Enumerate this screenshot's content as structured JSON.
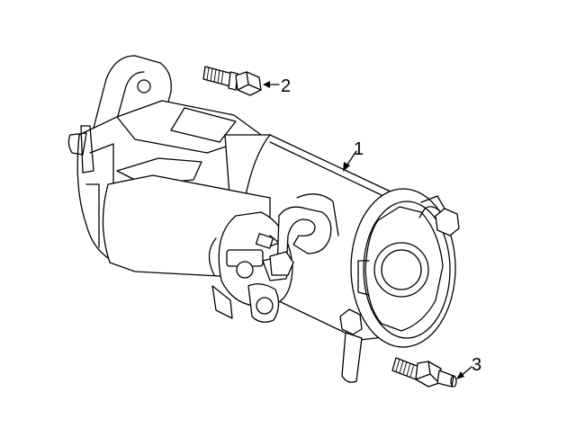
{
  "callouts": [
    {
      "id": "starter",
      "label": "1"
    },
    {
      "id": "upper-bolt",
      "label": "2"
    },
    {
      "id": "lower-stud",
      "label": "3"
    }
  ],
  "colors": {
    "line": "#000000",
    "background": "#ffffff"
  },
  "icons": {
    "arrow": "arrow-head-icon"
  }
}
